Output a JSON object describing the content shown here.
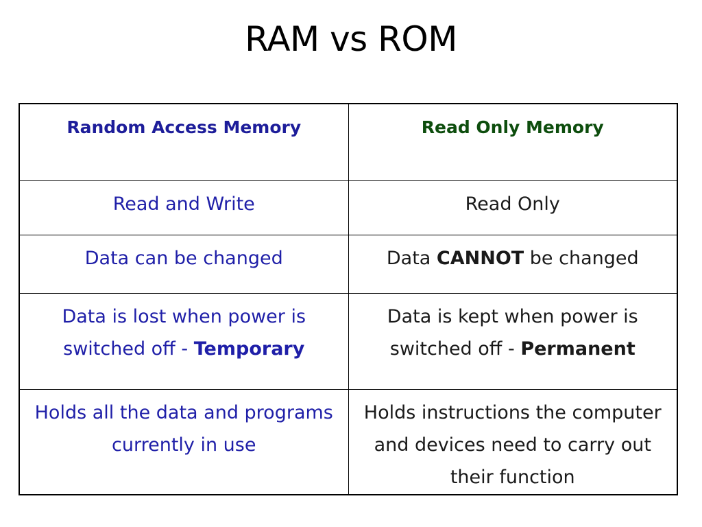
{
  "title": "RAM vs ROM",
  "headers": {
    "ram": "Random Access Memory",
    "rom": "Read Only Memory"
  },
  "rows": [
    {
      "ram": {
        "text": "Read and Write"
      },
      "rom": {
        "text": "Read Only"
      }
    },
    {
      "ram": {
        "text": "Data can be changed"
      },
      "rom": {
        "pre": "Data ",
        "bold": "CANNOT",
        "post": " be changed"
      }
    },
    {
      "ram": {
        "pre": "Data is lost when power is switched off - ",
        "bold": "Temporary"
      },
      "rom": {
        "pre": "Data is kept when power is switched off - ",
        "bold": "Permanent"
      }
    },
    {
      "ram": {
        "text": "Holds all the data and programs currently in use"
      },
      "rom": {
        "text": "Holds instructions the computer and devices need to carry out their function"
      }
    }
  ],
  "colors": {
    "ram_header": "#1d1d9a",
    "rom_header": "#0d4d0d",
    "ram_text": "#1f1fa8",
    "rom_text": "#1a1a1a"
  }
}
